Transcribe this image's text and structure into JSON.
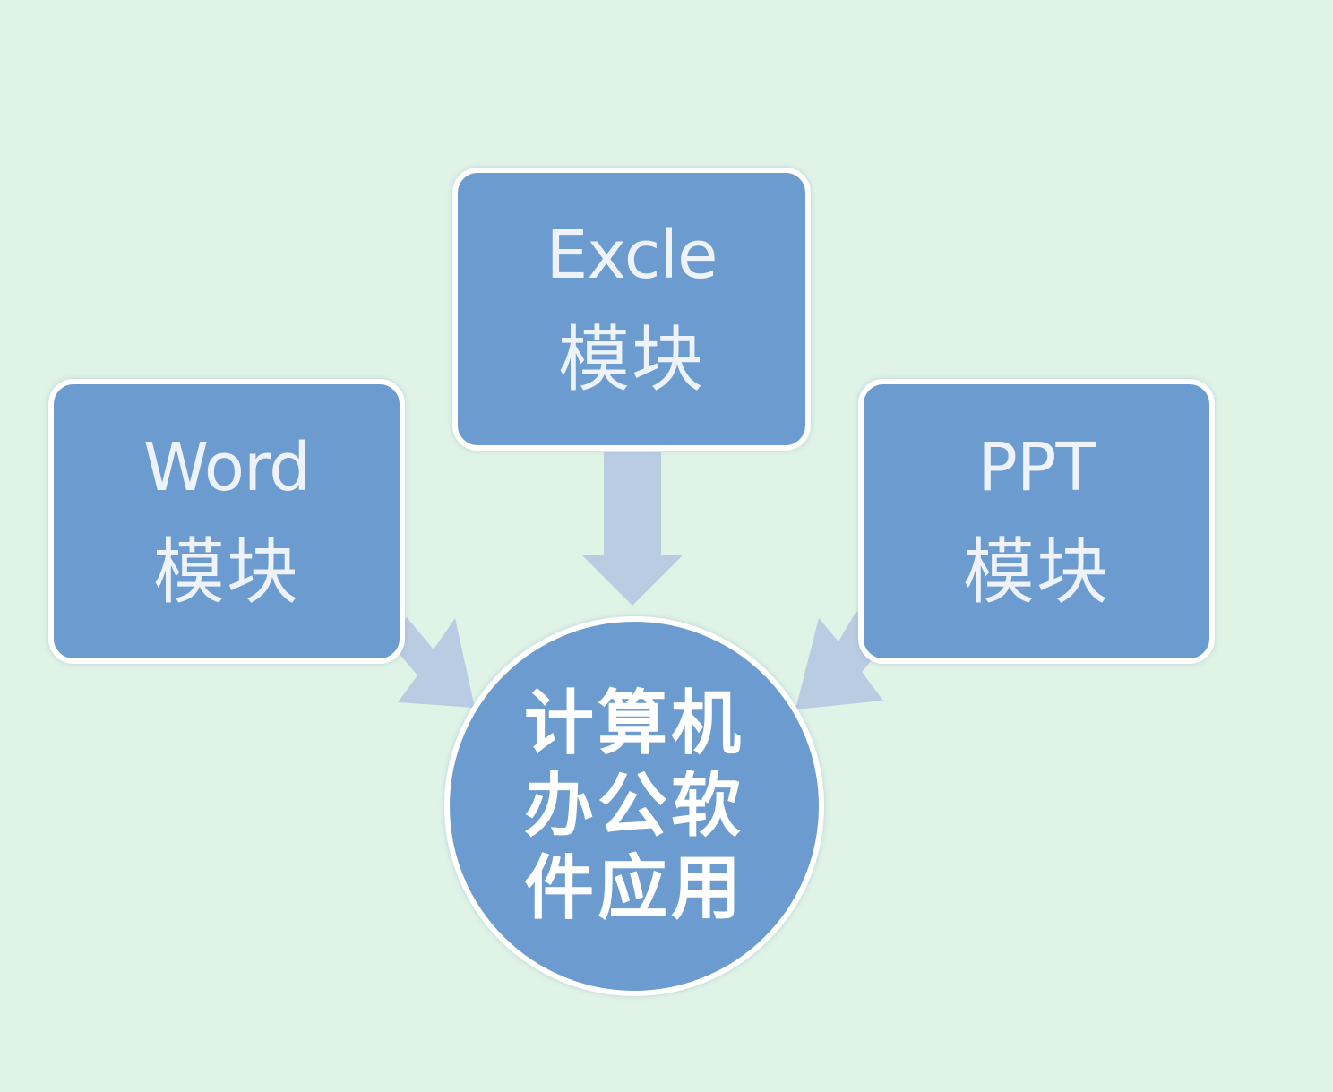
{
  "colors": {
    "background": "#dff3e6",
    "box_fill": "#6b9bcf",
    "box_border": "#ffffff",
    "arrow_fill": "#b7c9e2",
    "text": "#eef3fb"
  },
  "nodes": {
    "excle": {
      "line1": "Excle",
      "line2": "模块"
    },
    "word": {
      "line1": "Word",
      "line2": "模块"
    },
    "ppt": {
      "line1": "PPT",
      "line2": "模块"
    },
    "center": {
      "lines": [
        "计算机",
        "办公软",
        "件应用"
      ]
    }
  },
  "arrows": [
    {
      "from": "excle",
      "to": "center"
    },
    {
      "from": "word",
      "to": "center"
    },
    {
      "from": "ppt",
      "to": "center"
    }
  ]
}
